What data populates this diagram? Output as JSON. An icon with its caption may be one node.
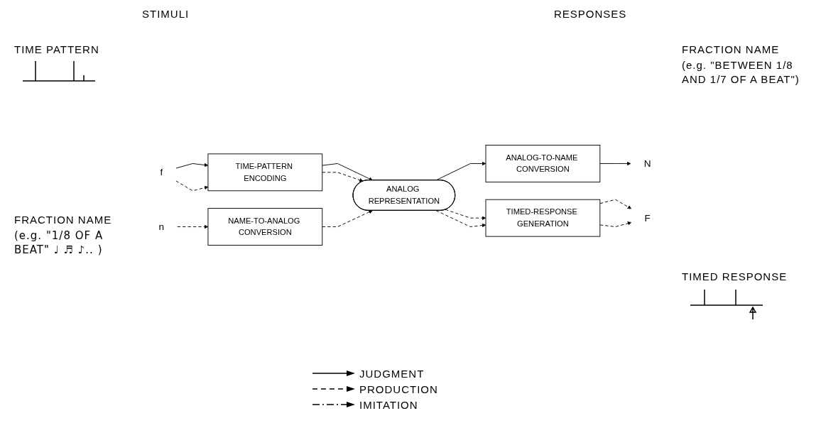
{
  "diagram": {
    "nodes": [
      {
        "text": [
          "f"
        ]
      },
      {
        "text": [
          "TIME-PATTERN ENCODING"
        ]
      },
      {
        "text": [
          "ANALOG-TO-NAME CONVERSION"
        ]
      },
      {
        "text": [
          "N"
        ]
      },
      {
        "text": [
          "ANALOG REPRESENTATION"
        ]
      },
      {
        "text": [
          "n"
        ]
      },
      {
        "text": [
          "NAME-TO-ANALOG CONVERSION"
        ]
      },
      {
        "text": [
          "TIMED-RESPONSE GENERATION"
        ]
      },
      {
        "text": [
          "F"
        ]
      }
    ],
    "edges": [
      {
        "from": 0,
        "to": 1,
        "arrow": "to"
      },
      {
        "from": 0,
        "to": 1,
        "arrow": "to",
        "style": "dashed"
      },
      {
        "from": 5,
        "to": 6,
        "arrow": "to",
        "style": "dashed"
      },
      {
        "from": 1,
        "to": 4,
        "arrow": "to"
      },
      {
        "from": 1,
        "to": 4,
        "arrow": "to",
        "style": "dashed"
      },
      {
        "from": 6,
        "to": 4,
        "arrow": "to",
        "style": "dashed"
      },
      {
        "from": 4,
        "to": 2,
        "arrow": "to"
      },
      {
        "from": 4,
        "to": 7,
        "arrow": "to",
        "style": "dashed"
      },
      {
        "from": 4,
        "to": 7,
        "arrow": "to",
        "style": "dashed"
      },
      {
        "from": 2,
        "to": 3,
        "arrow": "to"
      },
      {
        "from": 7,
        "to": 8,
        "arrow": "to",
        "style": "dashed"
      },
      {
        "from": 7,
        "to": 8,
        "arrow": "to",
        "style": "dashed"
      }
    ],
    "labels": [
      "STIMULI",
      "RESPONSES",
      "TIME PATTERN",
      "FRACTION NAME",
      "(e.g. \"BETWEEN 1/8 AND 1/7 OF A BEAT\")",
      "FRACTION NAME",
      "(e.g. \"1/8 OF A BEAT\" ♩ ♬ ♪.. )",
      "TIMED RESPONSE"
    ],
    "legend": [
      {
        "text": "JUDGMENT"
      },
      {
        "text": "PRODUCTION"
      },
      {
        "text": "IMITATION"
      }
    ]
  }
}
